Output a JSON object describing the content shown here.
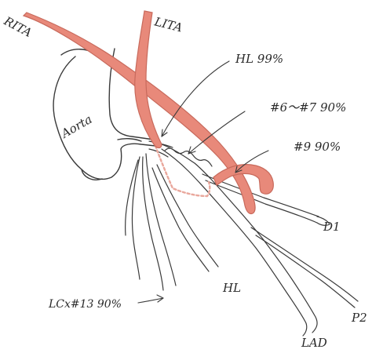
{
  "labels": {
    "rita": "RITA",
    "lita": "LITA",
    "aorta": "Aorta",
    "hl99": "HL 99%",
    "seg6_7": "#6～#7 90%",
    "seg9": "#9 90%",
    "d1": "D1",
    "hl": "HL",
    "lcx13": "LCx#13 90%",
    "lad": "LAD",
    "p2": "P2"
  },
  "colors": {
    "graft_fill": "#e8897a",
    "graft_stroke": "#c86a5c",
    "ink": "#3a3a3a",
    "stenosis_dots": "#e9a79c"
  }
}
